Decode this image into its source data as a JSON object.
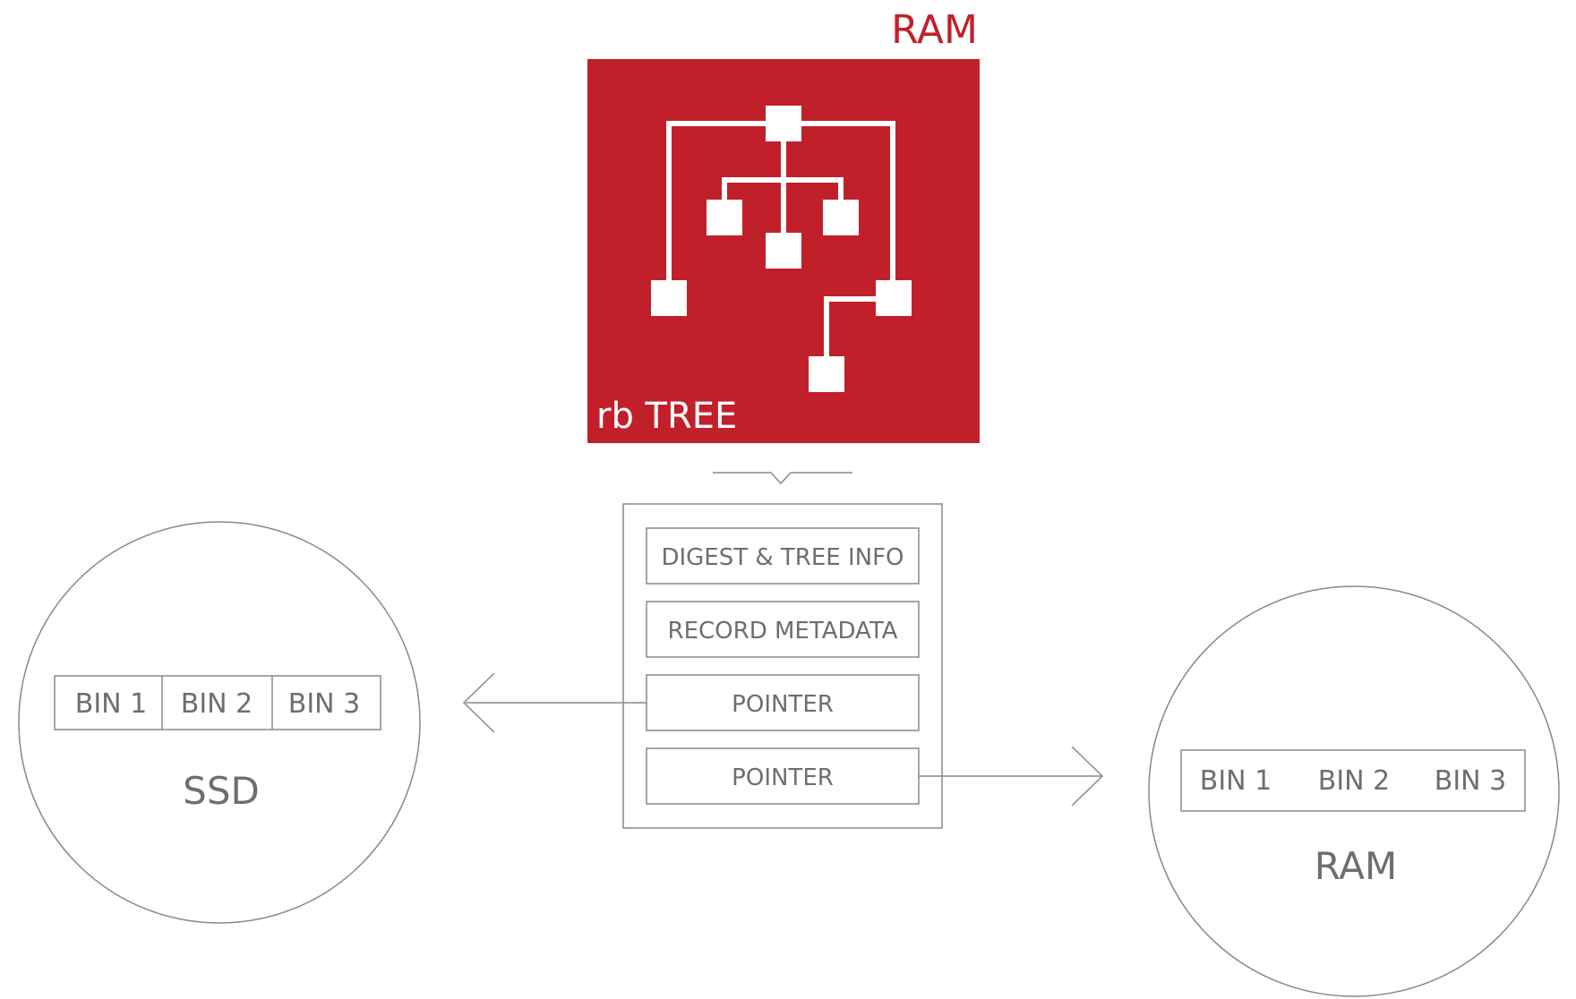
{
  "colors": {
    "accent": "#c1202b",
    "line": "#888888",
    "text": "#6e6e6e",
    "white": "#ffffff"
  },
  "ram_block": {
    "header": "RAM",
    "label": "rb TREE",
    "icon": "tree-icon"
  },
  "index_entry": {
    "fields": [
      "DIGEST & TREE INFO",
      "RECORD METADATA",
      "POINTER",
      "POINTER"
    ]
  },
  "ssd_storage": {
    "bins": [
      "BIN 1",
      "BIN 2",
      "BIN 3"
    ],
    "label": "SSD"
  },
  "ram_storage": {
    "bins": [
      "BIN 1",
      "BIN 2",
      "BIN 3"
    ],
    "label": "RAM"
  }
}
